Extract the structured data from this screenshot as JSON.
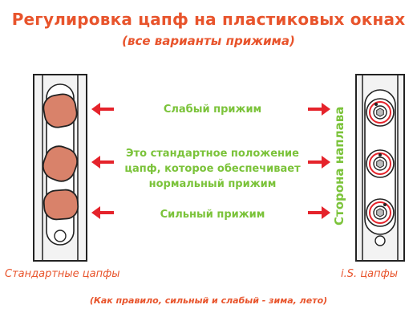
{
  "title": "Регулировка цапф на пластиковых окнах",
  "subtitle": "(все варианты прижима)",
  "labels": {
    "weak": "Слабый прижим",
    "standard_line1": "Это стандартное положение",
    "standard_line2": "цапф, которое обеспечивает",
    "standard_line3": "нормальный прижим",
    "strong": "Сильный прижим",
    "sash_side": "Сторона наплава"
  },
  "left_caption": "Стандартные цапфы",
  "right_caption": "i.S. цапфы",
  "footnote": "(Как правило, сильный и слабый - зима, лето)",
  "colors": {
    "accent": "#e8542c",
    "green": "#7bc33a",
    "arrow": "#e5232b",
    "pin": "#d9826a"
  }
}
